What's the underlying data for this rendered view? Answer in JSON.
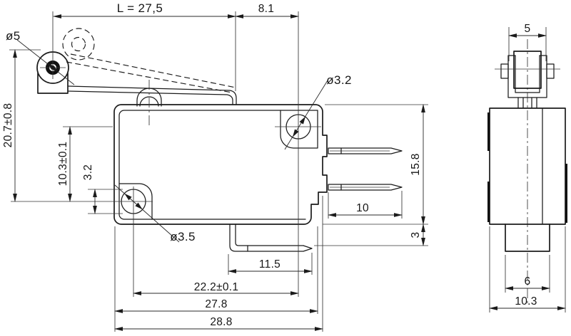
{
  "drawing": {
    "type": "technical-dimension-drawing",
    "subject": "micro switch with roller lever",
    "background_color": "#ffffff",
    "line_color": "#1b1b1b",
    "views": {
      "front": "front view with roller lever and terminals",
      "side": "side view with roller fork"
    },
    "dimensions": {
      "lever_length": "L = 27,5",
      "lever_tip_to_hole": "8.1",
      "roller_diameter": "ø5",
      "roller_height": "20.7±0.8",
      "hole_spacing_vertical": "10.3±0.1",
      "hole_edge_offset": "3.2",
      "top_hole_diameter": "ø3.2",
      "bottom_hole_diameter": "ø3.5",
      "body_height": "15.8",
      "terminal_length": "10",
      "terminal_offset": "3",
      "bottom_terminal_length": "11.5",
      "hole_spacing_horizontal": "22.2±0.1",
      "body_width": "27.8",
      "overall_width": "28.8",
      "side_roller_width": "5",
      "side_bottom_block_width": "6",
      "side_body_depth": "10.3"
    }
  }
}
